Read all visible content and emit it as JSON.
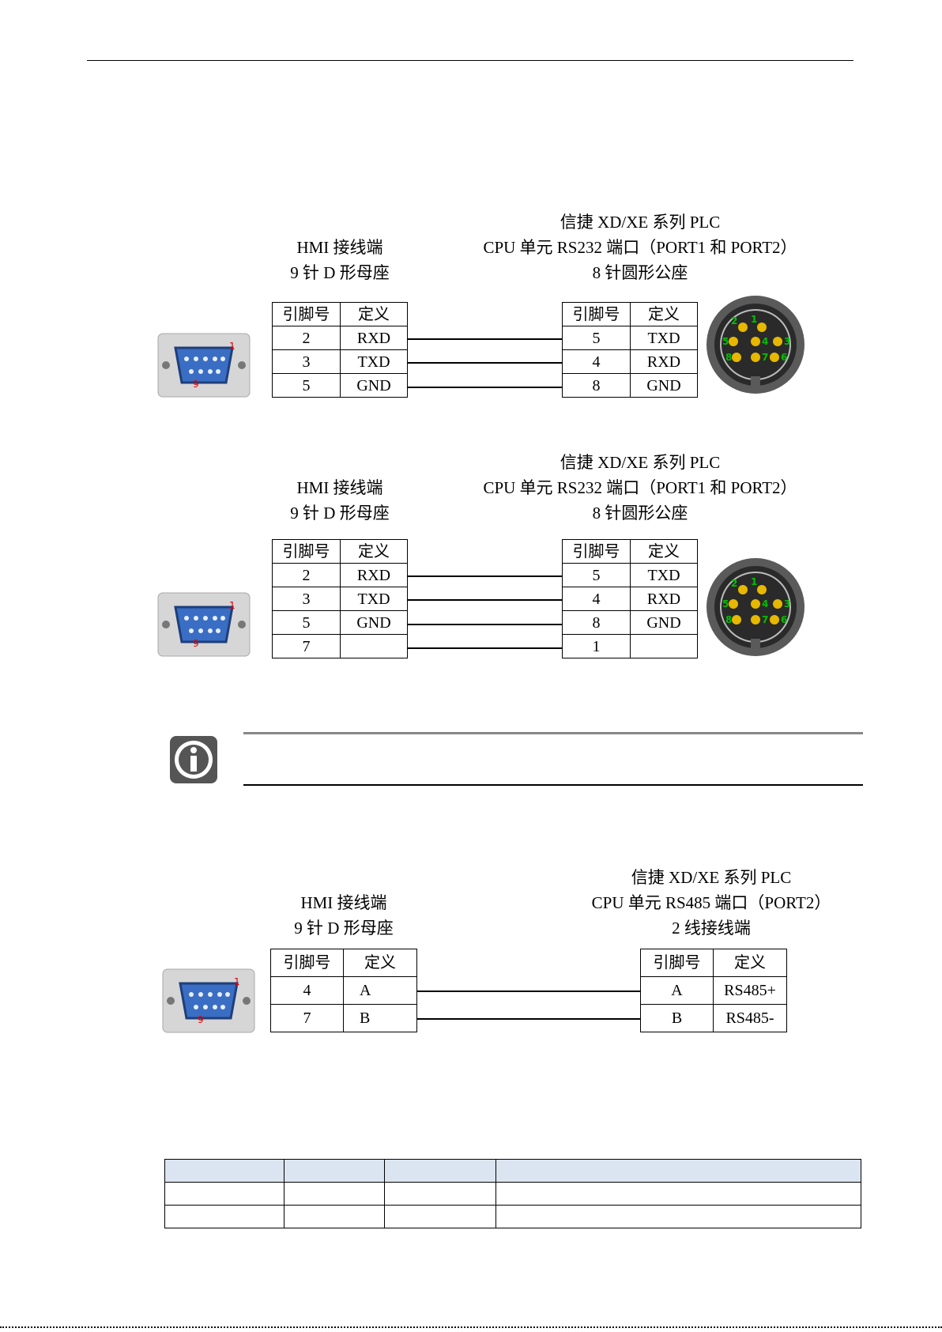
{
  "diagram1": {
    "left_header": [
      "HMI 接线端",
      "9 针 D 形母座"
    ],
    "right_header": [
      "信捷 XD/XE 系列 PLC",
      "CPU 单元 RS232 端口（PORT1 和 PORT2）",
      "8 针圆形公座"
    ],
    "left_table": {
      "col1": "引脚号",
      "col2": "定义",
      "rows": [
        [
          "2",
          "RXD"
        ],
        [
          "3",
          "TXD"
        ],
        [
          "5",
          "GND"
        ]
      ]
    },
    "right_table": {
      "col1": "引脚号",
      "col2": "定义",
      "rows": [
        [
          "5",
          "TXD"
        ],
        [
          "4",
          "RXD"
        ],
        [
          "8",
          "GND"
        ]
      ]
    }
  },
  "diagram2": {
    "left_header": [
      "HMI 接线端",
      "9 针 D 形母座"
    ],
    "right_header": [
      "信捷 XD/XE 系列 PLC",
      "CPU 单元 RS232 端口（PORT1 和 PORT2）",
      "8 针圆形公座"
    ],
    "left_table": {
      "col1": "引脚号",
      "col2": "定义",
      "rows": [
        [
          "2",
          "RXD"
        ],
        [
          "3",
          "TXD"
        ],
        [
          "5",
          "GND"
        ],
        [
          "7",
          ""
        ]
      ]
    },
    "right_table": {
      "col1": "引脚号",
      "col2": "定义",
      "rows": [
        [
          "5",
          "TXD"
        ],
        [
          "4",
          "RXD"
        ],
        [
          "8",
          "GND"
        ],
        [
          "1",
          ""
        ]
      ]
    }
  },
  "diagram3": {
    "left_header": [
      "HMI 接线端",
      "9 针 D 形母座"
    ],
    "right_header": [
      "信捷 XD/XE 系列 PLC",
      "CPU 单元 RS485 端口（PORT2）",
      "2 线接线端"
    ],
    "left_table": {
      "col1": "引脚号",
      "col2": "定义",
      "rows": [
        [
          "4",
          "A"
        ],
        [
          "7",
          "B"
        ]
      ]
    },
    "right_table": {
      "col1": "引脚号",
      "col2": "定义",
      "rows": [
        [
          "A",
          "RS485+"
        ],
        [
          "B",
          "RS485-"
        ]
      ]
    }
  },
  "connector_labels": {
    "dsub_pin_top": "1",
    "dsub_pin_bottom": "9",
    "round_pins": [
      "1",
      "2",
      "3",
      "4",
      "5",
      "6",
      "7",
      "8"
    ]
  },
  "icons": {
    "note": "info-icon",
    "dsub": "db9-connector-icon",
    "round": "mini-din-connector-icon"
  },
  "colors": {
    "dsub_blue": "#3a6ec4",
    "round_pin_gold": "#e6b800",
    "round_label_green": "#00c000",
    "table_header_bg": "#dbe5f1"
  }
}
